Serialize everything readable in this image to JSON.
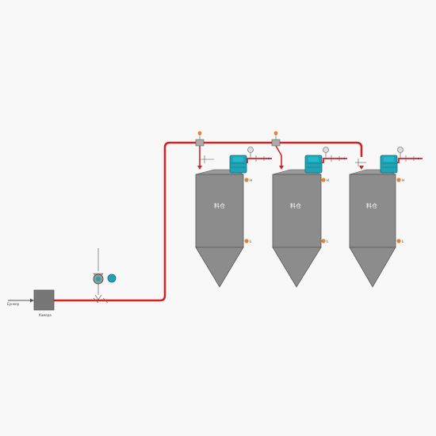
{
  "inlet_label": "Бункер",
  "source_box_label": "Камера",
  "silos": [
    {
      "label": "料仓",
      "level_high": "H",
      "level_low": "L"
    },
    {
      "label": "料仓",
      "level_high": "H",
      "level_low": "L"
    },
    {
      "label": "料仓",
      "level_high": "H",
      "level_low": "L"
    }
  ],
  "colors": {
    "pipe": "#d92020",
    "silo_body": "#8c8c8c",
    "silo_edge": "#5a5a5a",
    "filter": "#1fa3b5",
    "sensor": "#e7822c",
    "background": "#f8f8f8"
  }
}
